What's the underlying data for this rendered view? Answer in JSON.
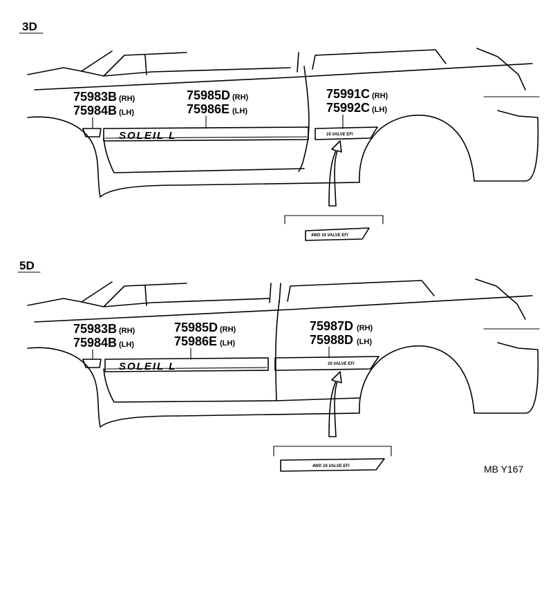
{
  "figure_id": "MB Y167",
  "sections": [
    {
      "label": "3D",
      "callouts": {
        "rear_quarter": {
          "rh": "75983B",
          "rh_side": "(RH)",
          "lh": "75984B",
          "lh_side": "(LH)"
        },
        "door": {
          "rh": "75985D",
          "rh_side": "(RH)",
          "lh": "75986E",
          "lh_side": "(LH)"
        },
        "front_fender": {
          "rh": "75991C",
          "rh_side": "(RH)",
          "lh": "75992C",
          "lh_side": "(LH)"
        }
      },
      "stripe_brand": "SOLEIL L",
      "badge_text": "16 VALVE EFI",
      "detail_badge_text": "4WD 16 VALVE EFI"
    },
    {
      "label": "5D",
      "callouts": {
        "rear_quarter": {
          "rh": "75983B",
          "rh_side": "(RH)",
          "lh": "75984B",
          "lh_side": "(LH)"
        },
        "door": {
          "rh": "75985D",
          "rh_side": "(RH)",
          "lh": "75986E",
          "lh_side": "(LH)"
        },
        "front_fender": {
          "rh": "75987D",
          "rh_side": "(RH)",
          "lh": "75988D",
          "lh_side": "(LH)"
        }
      },
      "stripe_brand": "SOLEIL L",
      "badge_text": "16 VALVE EFI",
      "detail_badge_text": "4WD 16 VALVE EFI"
    }
  ]
}
